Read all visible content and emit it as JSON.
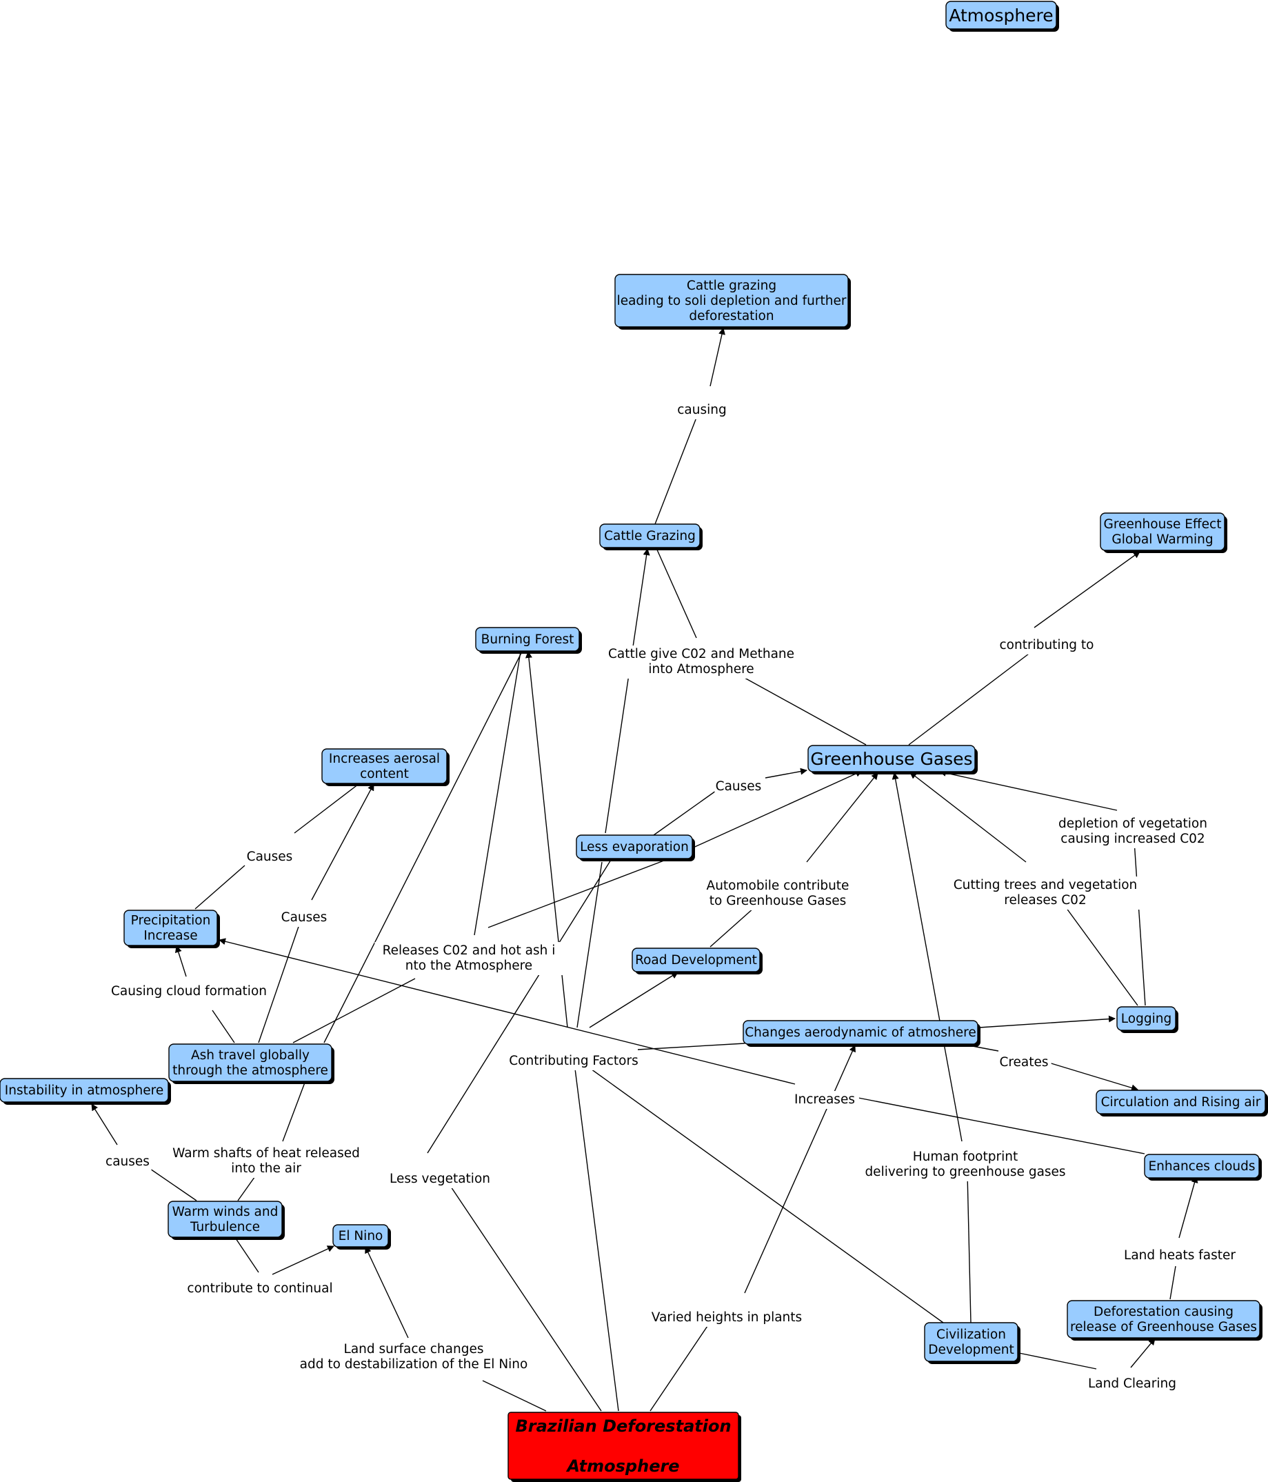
{
  "colors": {
    "concept": "#99ccff",
    "root": "#ff0000",
    "line": "#000000"
  },
  "nodes": {
    "atmosphere": {
      "lines": [
        "Atmosphere"
      ]
    },
    "cattle_soil": {
      "lines": [
        "Cattle grazing",
        "leading to soli depletion and further",
        "deforestation"
      ]
    },
    "cattle_grazing": {
      "lines": [
        "Cattle Grazing"
      ]
    },
    "greenhouse_effect": {
      "lines": [
        "Greenhouse Effect",
        "Global Warming"
      ]
    },
    "burning_forest": {
      "lines": [
        "Burning Forest"
      ]
    },
    "greenhouse_gases": {
      "lines": [
        "Greenhouse Gases"
      ]
    },
    "aerosal": {
      "lines": [
        "Increases aerosal",
        "content"
      ]
    },
    "less_evaporation": {
      "lines": [
        "Less evaporation"
      ]
    },
    "precipitation": {
      "lines": [
        "Precipitation",
        "Increase"
      ]
    },
    "road_development": {
      "lines": [
        "Road Development"
      ]
    },
    "logging": {
      "lines": [
        "Logging"
      ]
    },
    "aerodynamic": {
      "lines": [
        "Changes aerodynamic of atmoshere"
      ]
    },
    "ash_travel": {
      "lines": [
        "Ash travel globally",
        "through the atmosphere"
      ]
    },
    "instability": {
      "lines": [
        "Instability in atmosphere"
      ]
    },
    "circulation": {
      "lines": [
        "Circulation and Rising air"
      ]
    },
    "enhances_clouds": {
      "lines": [
        "Enhances clouds"
      ]
    },
    "warm_winds": {
      "lines": [
        "Warm winds and",
        "Turbulence"
      ]
    },
    "el_nino": {
      "lines": [
        "El Nino"
      ]
    },
    "def_release": {
      "lines": [
        "Deforestation causing",
        "release of Greenhouse Gases"
      ]
    },
    "civilization": {
      "lines": [
        "Civilization",
        "Development"
      ]
    },
    "root": {
      "lines": [
        "Brazilian Deforestation",
        "",
        "Atmosphere"
      ]
    }
  },
  "links": {
    "causing": {
      "lines": [
        "causing"
      ]
    },
    "cattle_methane": {
      "lines": [
        "Cattle give C02 and Methane",
        "into Atmosphere"
      ]
    },
    "contributing_to": {
      "lines": [
        "contributing to"
      ]
    },
    "causes_ghg": {
      "lines": [
        "Causes"
      ]
    },
    "depletion": {
      "lines": [
        "depletion of vegetation",
        "causing increased C02"
      ]
    },
    "causes_left": {
      "lines": [
        "Causes"
      ]
    },
    "causes_mid": {
      "lines": [
        "Causes"
      ]
    },
    "automobile": {
      "lines": [
        "Automobile contribute",
        "to Greenhouse Gases"
      ]
    },
    "cutting": {
      "lines": [
        "Cutting trees and vegetation",
        "releases C02"
      ]
    },
    "releases_ash": {
      "lines": [
        "Releases C02 and hot ash i",
        "nto the Atmosphere"
      ]
    },
    "cloud_formation": {
      "lines": [
        "Causing cloud formation"
      ]
    },
    "contributing_factors": {
      "lines": [
        "Contributing Factors"
      ]
    },
    "creates": {
      "lines": [
        "Creates"
      ]
    },
    "increases": {
      "lines": [
        "Increases"
      ]
    },
    "warm_shafts": {
      "lines": [
        "Warm shafts of heat released",
        "into the air"
      ]
    },
    "causes_low": {
      "lines": [
        "causes"
      ]
    },
    "human_footprint": {
      "lines": [
        "Human footprint",
        "delivering to greenhouse gases"
      ]
    },
    "less_vegetation": {
      "lines": [
        "Less vegetation"
      ]
    },
    "land_heats": {
      "lines": [
        "Land heats faster"
      ]
    },
    "continual": {
      "lines": [
        "contribute to continual"
      ]
    },
    "varied_heights": {
      "lines": [
        "Varied heights in plants"
      ]
    },
    "land_surface": {
      "lines": [
        "Land surface changes",
        "add to destabilization of the El Nino"
      ]
    },
    "land_clearing": {
      "lines": [
        "Land Clearing"
      ]
    }
  }
}
